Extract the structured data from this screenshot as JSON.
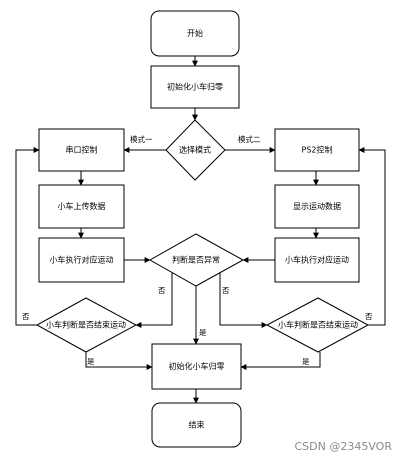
{
  "nodes": {
    "start": "开始",
    "init_top": "初始化小车归零",
    "select_mode": "选择模式",
    "serial_control": "串口控制",
    "ps2_control": "PS2控制",
    "upload_data": "小车上传数据",
    "show_data": "显示运动数据",
    "exec_left": "小车执行对应运动",
    "exec_right": "小车执行对应运动",
    "judge_abnormal": "判断是否异常",
    "end_check_left": "小车判断是否结束运动",
    "end_check_right": "小车判断是否结束运动",
    "init_bottom": "初始化小车归零",
    "end": "结束"
  },
  "edges": {
    "mode_one": "模式一",
    "mode_two": "模式二",
    "no_abnormal_left": "否",
    "no_abnormal_right": "否",
    "abnormal_yes": "是",
    "left_not_end": "否",
    "right_not_end": "否",
    "left_end_yes": "是",
    "right_end_yes": "是"
  },
  "watermark": "CSDN @2345VOR"
}
